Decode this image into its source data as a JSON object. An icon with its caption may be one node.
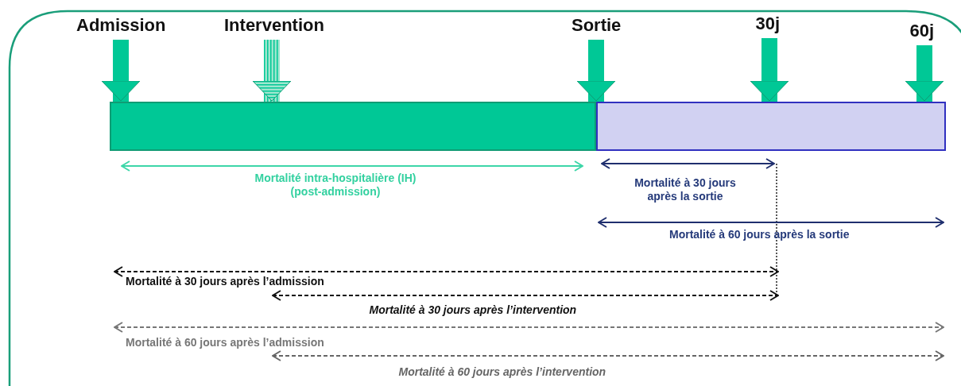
{
  "diagram": {
    "nodes": [
      {
        "text": [
          "Admission"
        ]
      },
      {
        "text": [
          "Intervention"
        ]
      },
      {
        "text": [
          "Sortie"
        ]
      },
      {
        "text": [
          "30j"
        ]
      },
      {
        "text": [
          "60j"
        ]
      },
      {
        "text": [],
        "shape": "bar"
      },
      {
        "text": [],
        "shape": "bar"
      }
    ],
    "edges": [
      {
        "from": 0,
        "to": 5,
        "arrow": "to"
      },
      {
        "from": 1,
        "to": 5,
        "arrow": "to"
      },
      {
        "from": 2,
        "to": 6,
        "arrow": "to"
      },
      {
        "from": 3,
        "to": 6,
        "arrow": "to"
      },
      {
        "from": 4,
        "to": 6,
        "arrow": "to"
      }
    ],
    "labels": [
      "Mortalité intra-hospitalière (IH) (post-admission)",
      "Mortalité à 30 jours après la sortie",
      "Mortalité à 60 jours après la sortie",
      "Mortalité à 30 jours après l’admission",
      "Mortalité à 30 jours après l’intervention",
      "Mortalité à 60 jours après l’admission",
      "Mortalité à 60 jours après l’intervention"
    ]
  }
}
